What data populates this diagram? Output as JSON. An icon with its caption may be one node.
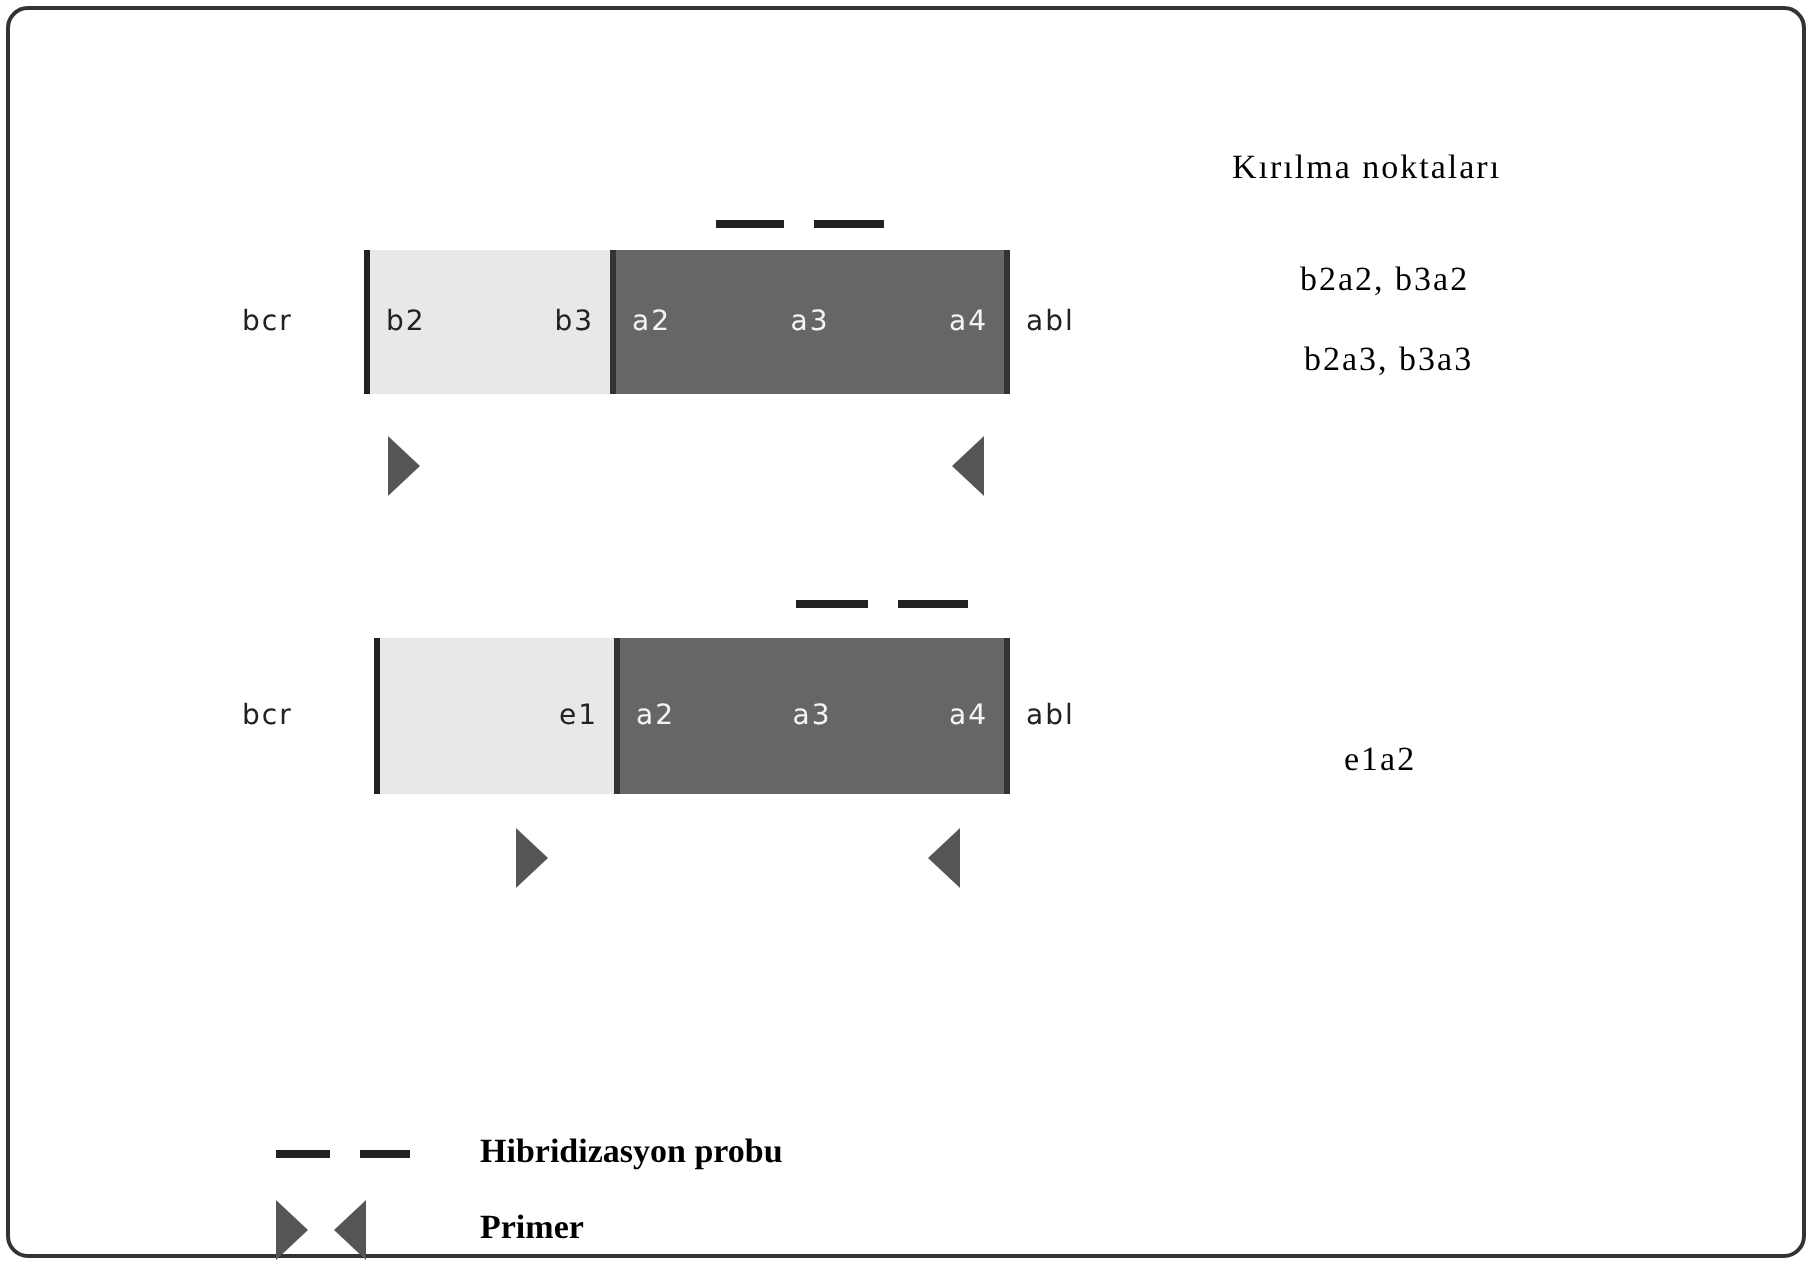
{
  "diagram": {
    "nodes": [
      {
        "text": [
          "bcr"
        ]
      },
      {
        "text": [
          "b2",
          "b3"
        ]
      },
      {
        "text": [
          "a2",
          "a3",
          "a4"
        ]
      },
      {
        "text": [
          "abl"
        ]
      },
      {
        "text": [
          "bcr"
        ]
      },
      {
        "text": [
          "e1"
        ]
      },
      {
        "text": [
          "a2",
          "a3",
          "a4"
        ]
      },
      {
        "text": [
          "abl"
        ]
      }
    ],
    "edges": [],
    "labels": [
      "Kırılma noktaları",
      "b2a2, b3a2",
      "b2a3, b3a3",
      "e1a2"
    ],
    "legend": [
      {
        "text": "Hibridizasyon probu"
      },
      {
        "text": "Primer"
      }
    ]
  }
}
